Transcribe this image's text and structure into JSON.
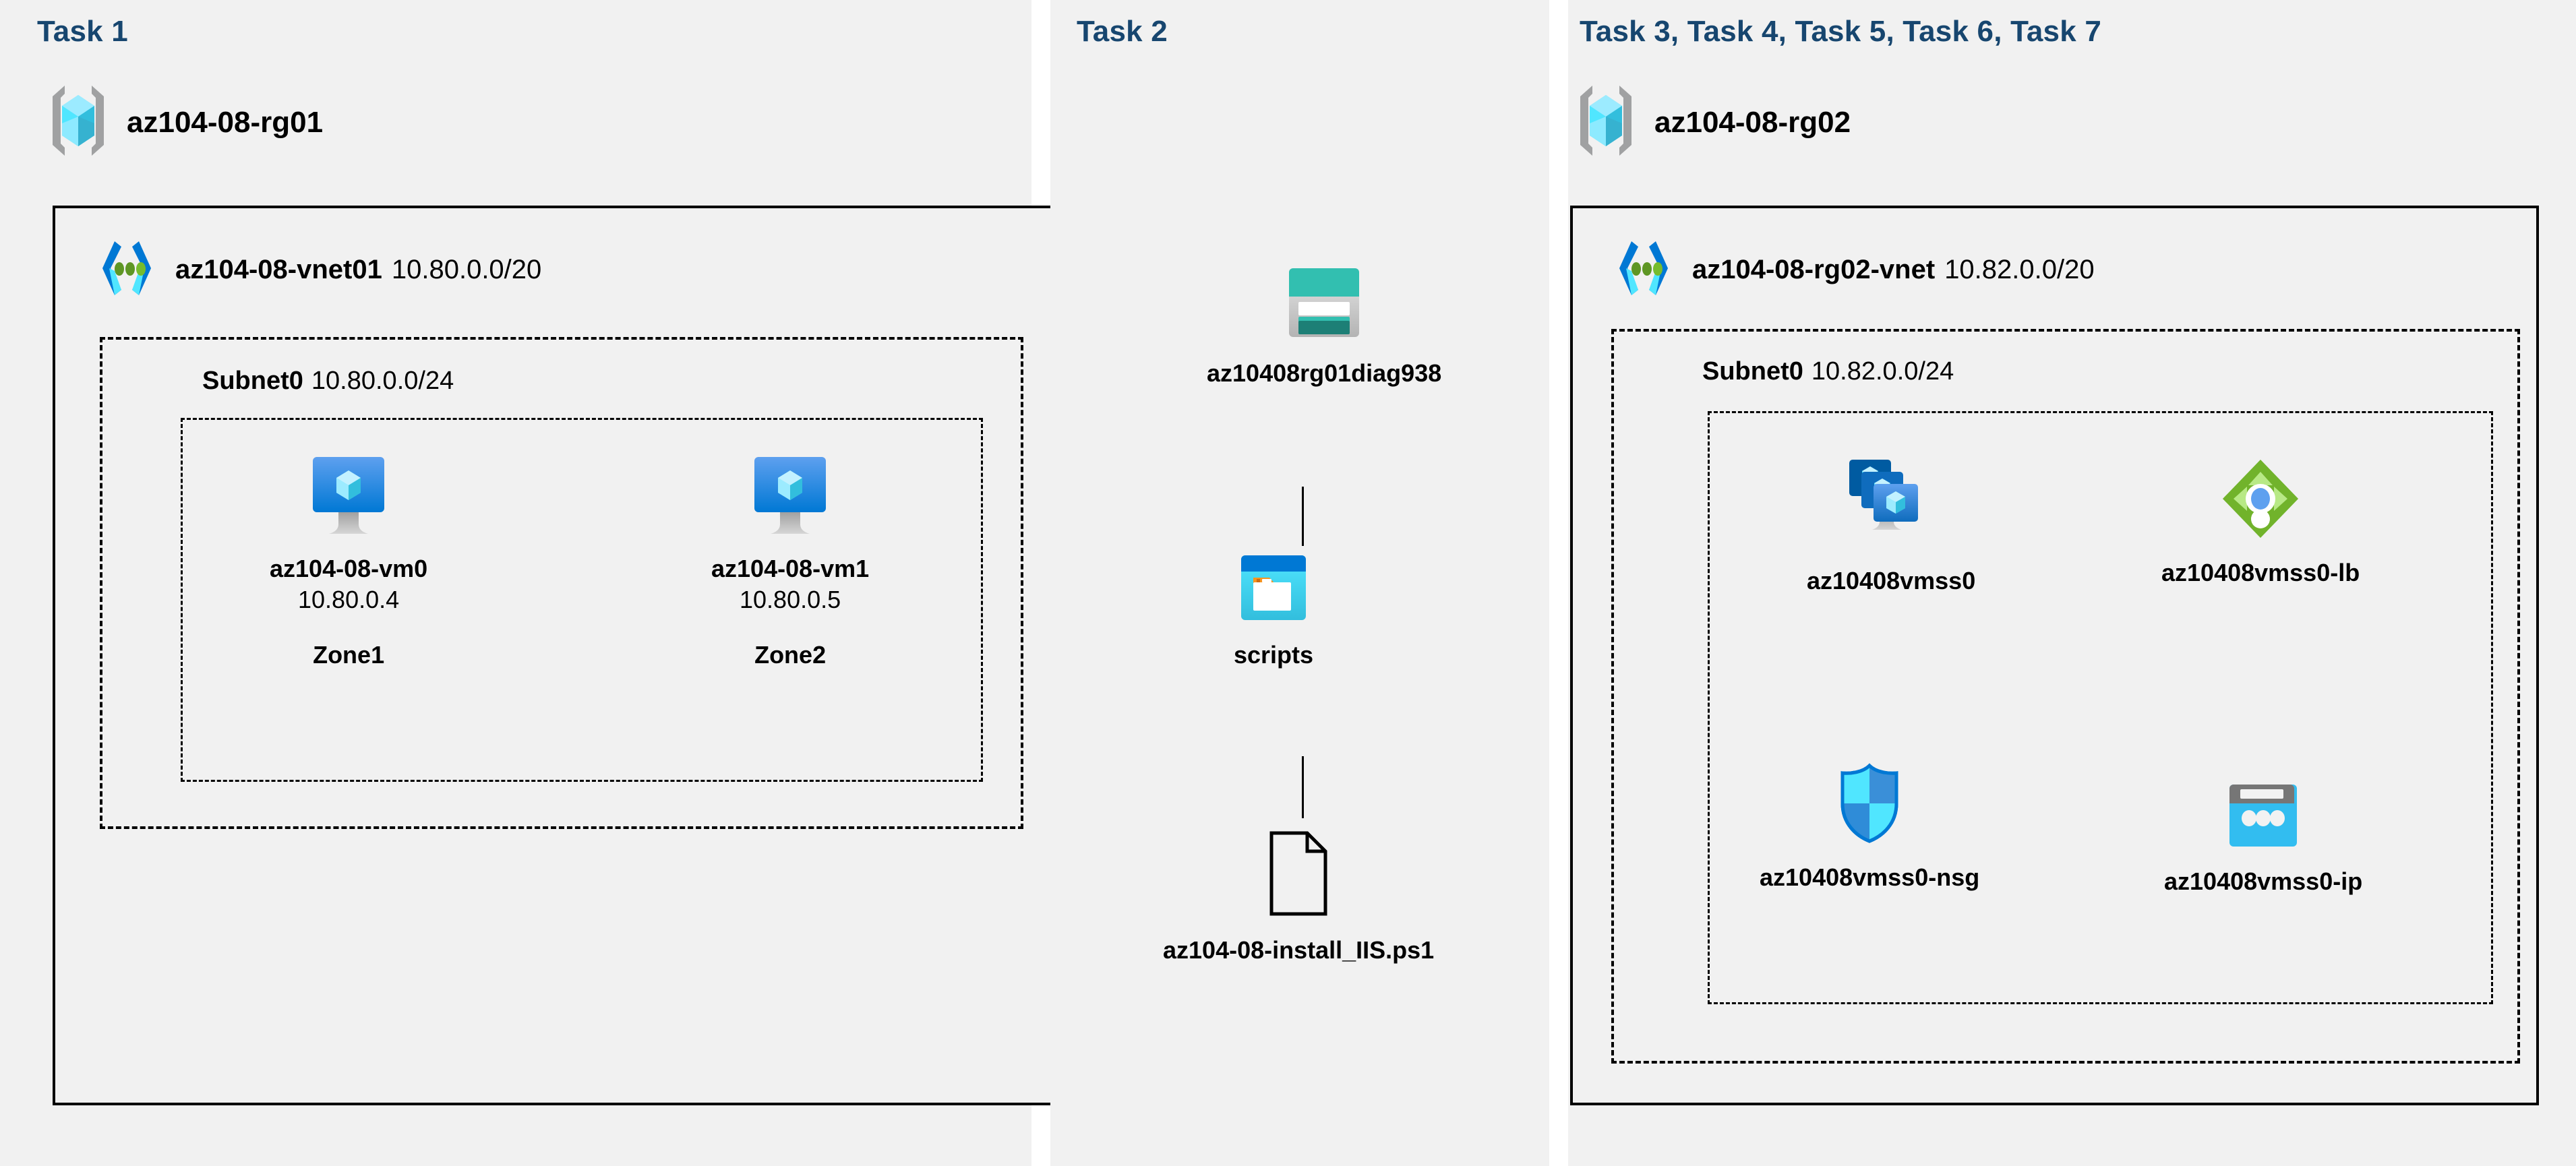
{
  "headings": {
    "task1": "Task 1",
    "task2": "Task 2",
    "task3": "Task 3, Task 4, Task 5, Task 6, Task 7"
  },
  "colors": {
    "heading": "#17466f",
    "panel_bg": "#f1f1f1",
    "canvas_bg": "#ffffff",
    "border": "#000000",
    "azure_blue": "#0078d4",
    "azure_cyan": "#50e6ff",
    "storage_teal": "#32bfb0",
    "lb_green": "#7fba00",
    "nsg_blue": "#32bdf0"
  },
  "resource_groups": [
    {
      "name": "az104-08-rg01",
      "icon": "resource-group-icon"
    },
    {
      "name": "az104-08-rg02",
      "icon": "resource-group-icon"
    }
  ],
  "vnets": [
    {
      "name": "az104-08-vnet01",
      "cidr": "10.80.0.0/20",
      "icon": "virtual-network-icon"
    },
    {
      "name": "az104-08-rg02-vnet",
      "cidr": "10.82.0.0/20",
      "icon": "virtual-network-icon"
    }
  ],
  "subnets": [
    {
      "name": "Subnet0",
      "cidr": "10.80.0.0/24"
    },
    {
      "name": "Subnet0",
      "cidr": "10.82.0.0/24"
    }
  ],
  "vms": [
    {
      "name": "az104-08-vm0",
      "ip": "10.80.0.4",
      "zone": "Zone1",
      "icon": "virtual-machine-icon"
    },
    {
      "name": "az104-08-vm1",
      "ip": "10.80.0.5",
      "zone": "Zone2",
      "icon": "virtual-machine-icon"
    }
  ],
  "task2_nodes": [
    {
      "name": "az10408rg01diag938",
      "icon": "storage-account-icon"
    },
    {
      "name": "scripts",
      "icon": "blob-container-icon"
    },
    {
      "name": "az104-08-install_IIS.ps1",
      "icon": "script-file-icon"
    }
  ],
  "task3_nodes": [
    {
      "name": "az10408vmss0",
      "icon": "vm-scale-set-icon"
    },
    {
      "name": "az10408vmss0-lb",
      "icon": "load-balancer-icon"
    },
    {
      "name": "az10408vmss0-nsg",
      "icon": "network-security-group-icon"
    },
    {
      "name": "az10408vmss0-ip",
      "icon": "public-ip-address-icon"
    }
  ]
}
